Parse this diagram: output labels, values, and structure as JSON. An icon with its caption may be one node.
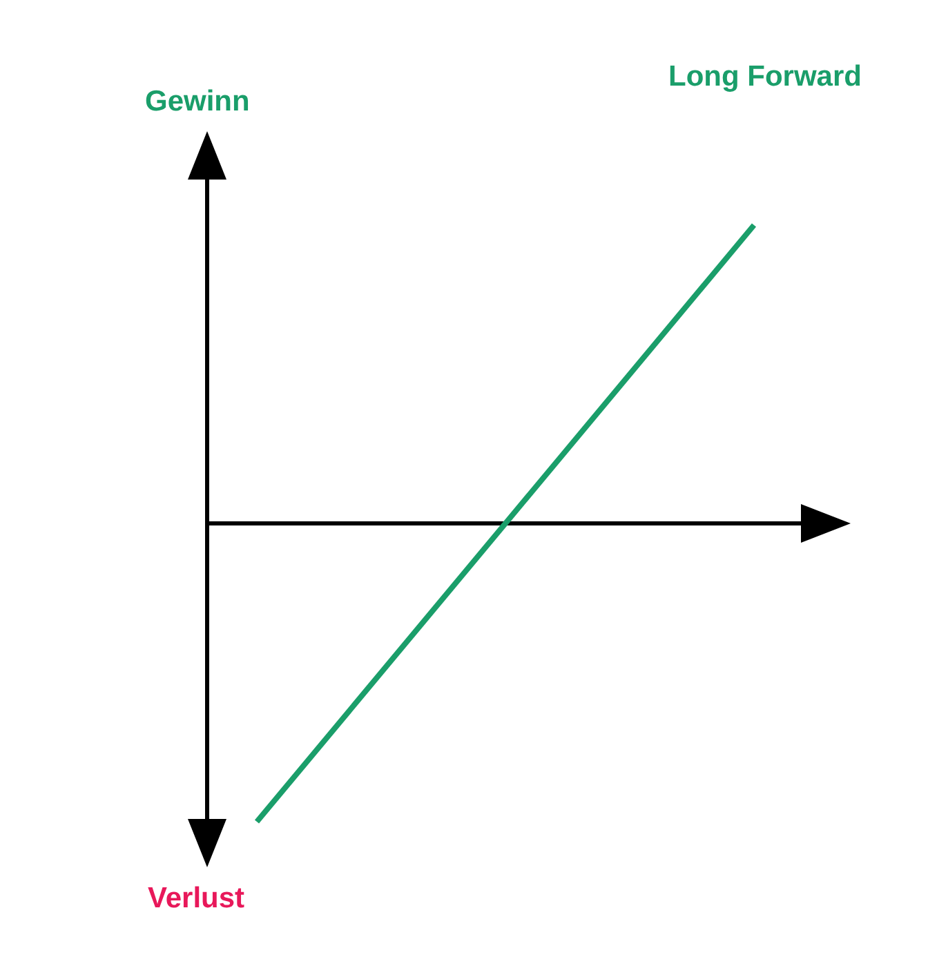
{
  "diagram": {
    "title": "Long Forward",
    "labels": [
      "Gewinn",
      "Verlust"
    ]
  }
}
